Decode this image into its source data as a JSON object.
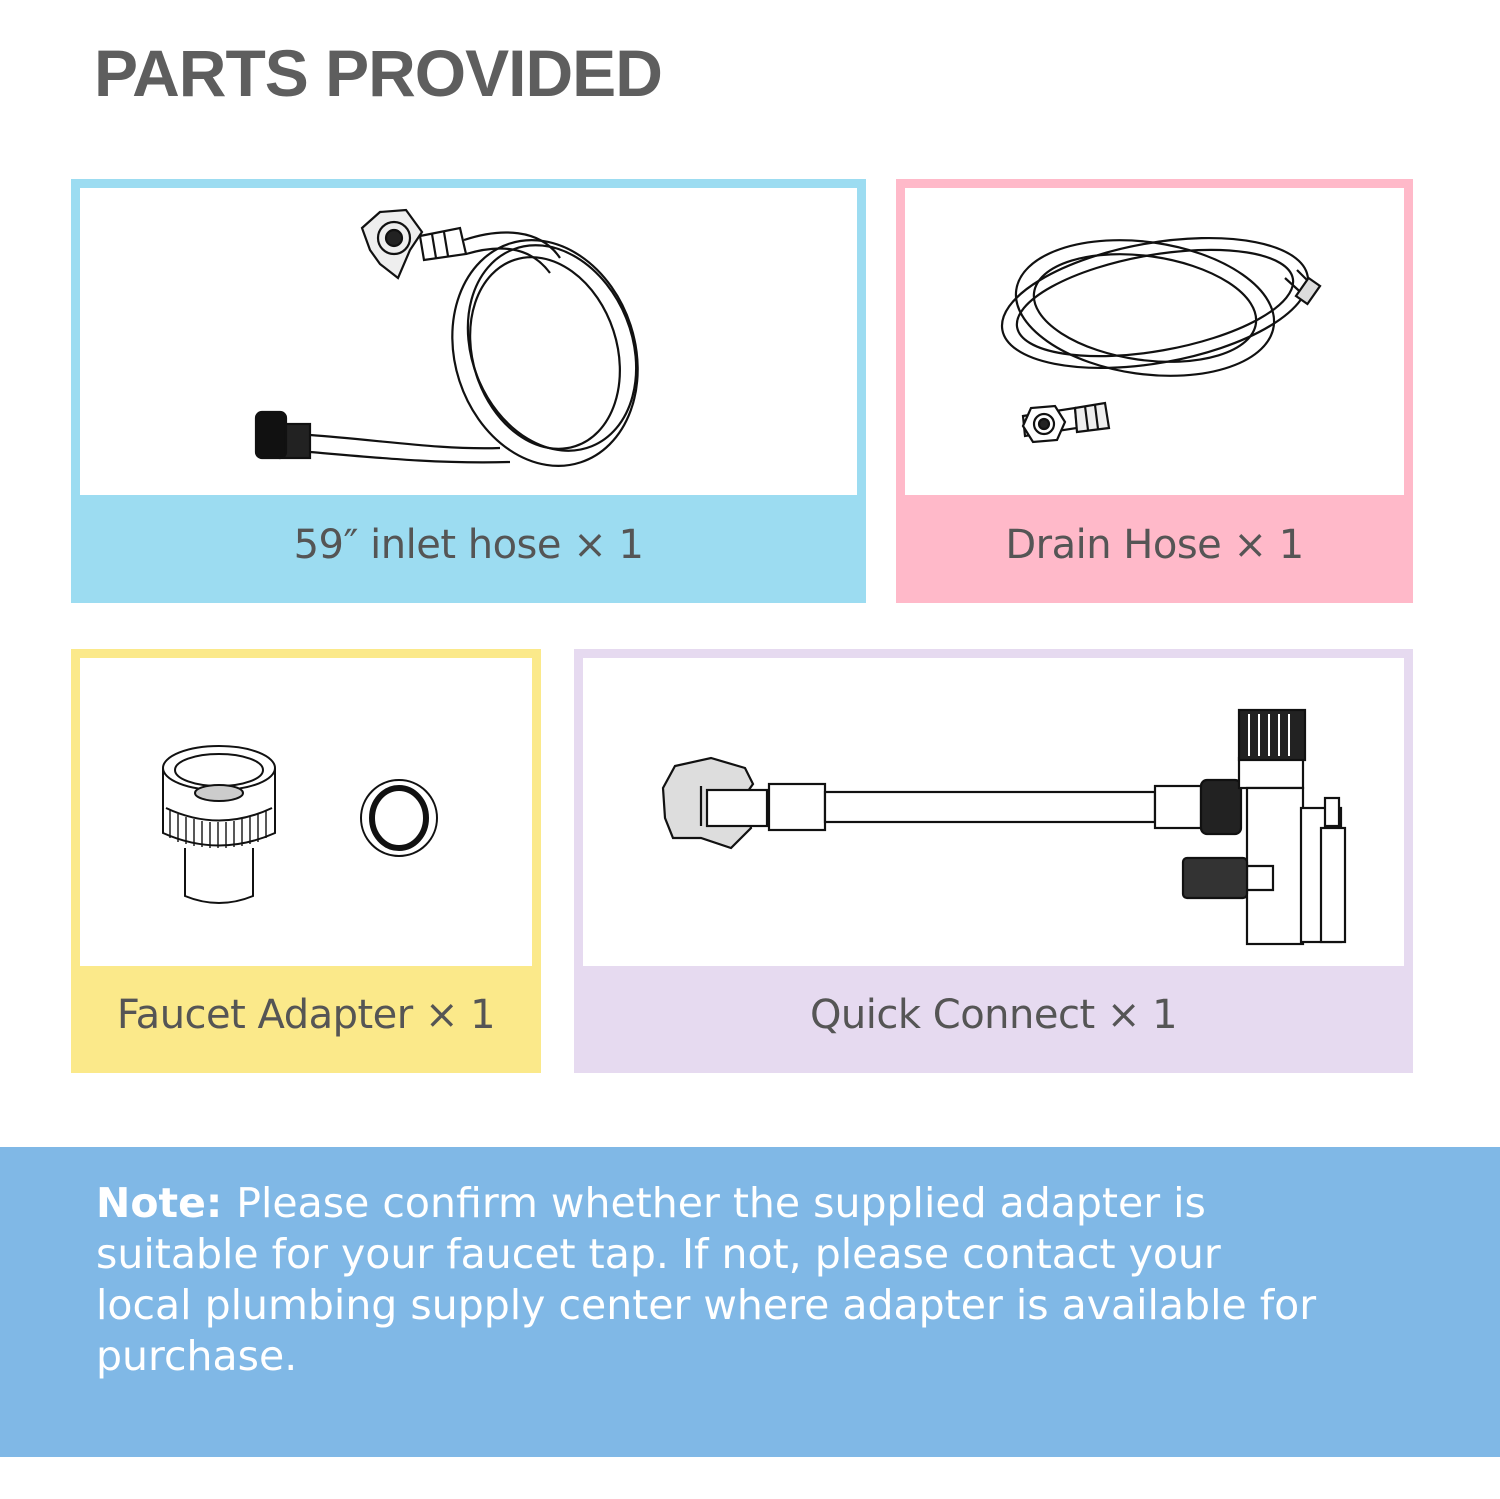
{
  "title": "PARTS PROVIDED",
  "parts": [
    {
      "id": "inlet",
      "caption": "59″ inlet hose × 1",
      "color": "#9cdcf1",
      "icon": "inlet-hose-icon"
    },
    {
      "id": "drain",
      "caption": "Drain Hose × 1",
      "color": "#ffb9c9",
      "icon": "drain-hose-icon"
    },
    {
      "id": "faucet",
      "caption": "Faucet Adapter × 1",
      "color": "#fbe98a",
      "icon": "faucet-adapter-icon"
    },
    {
      "id": "quick",
      "caption": "Quick Connect × 1",
      "color": "#e6daf0",
      "icon": "quick-connect-icon"
    }
  ],
  "note": {
    "label": "Note:",
    "text": "Please confirm whether the supplied adapter is suitable for your faucet tap.  If not, please contact your local plumbing supply center where adapter is available for purchase.",
    "background": "#80b8e6"
  }
}
